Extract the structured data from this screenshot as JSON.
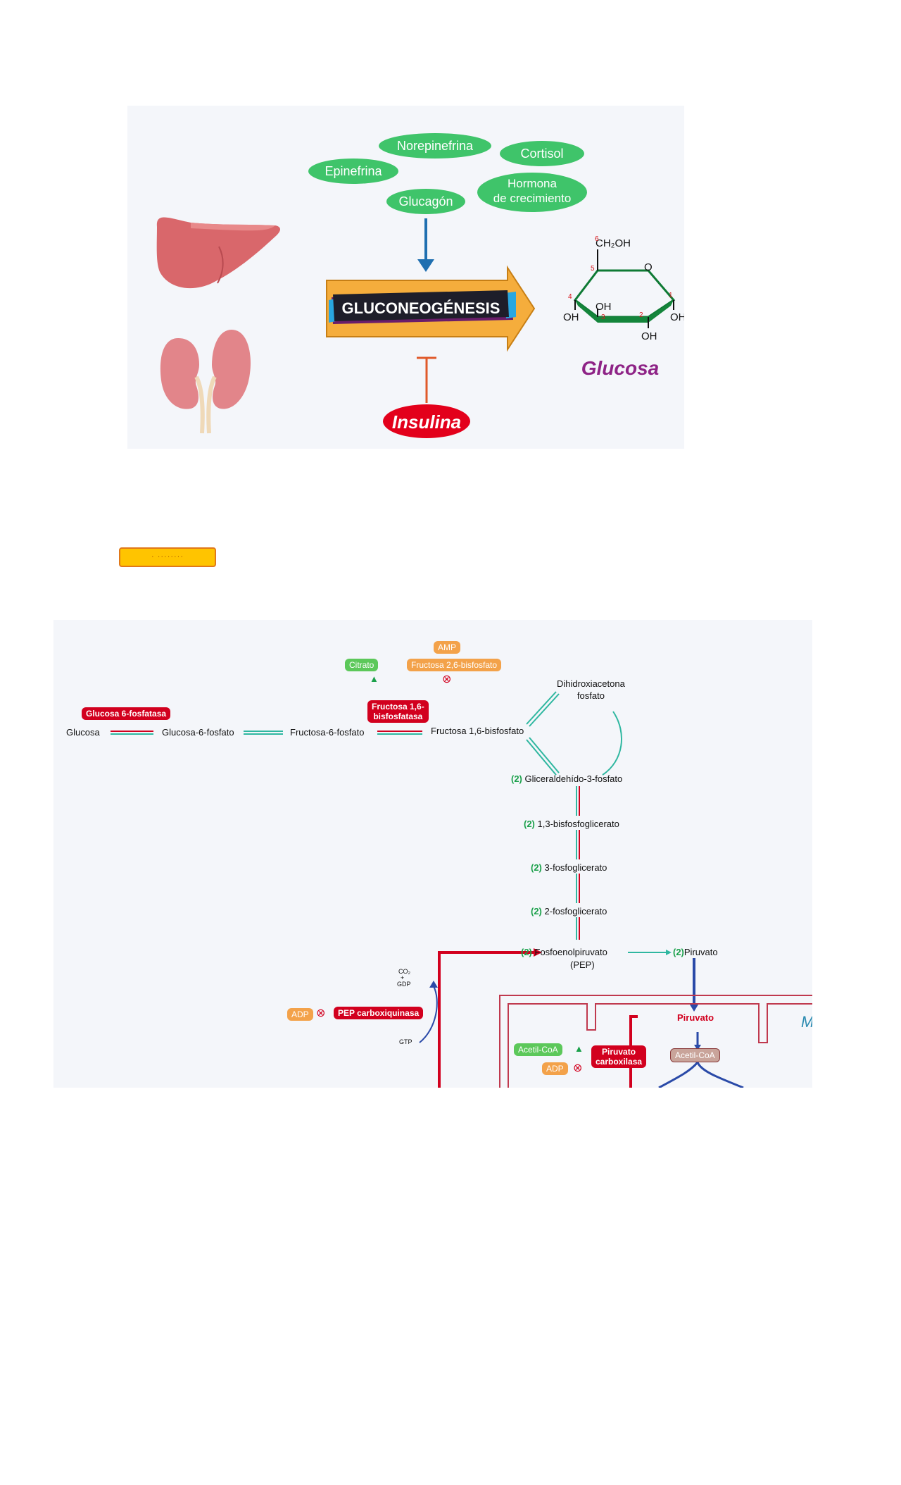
{
  "top": {
    "hormones": [
      "Norepinefrina",
      "Cortisol",
      "Epinefrina",
      "Hormona",
      "de crecimiento",
      "Glucagón"
    ],
    "process": "GLUCONEOGÉNESIS",
    "inhibitor": "Insulina",
    "product": "Glucosa",
    "glucose_structure": {
      "ch2oh": "CH₂OH",
      "ring_o": "O",
      "oh": "OH",
      "carbon_numbers": [
        "6",
        "5",
        "4",
        "3",
        "2",
        "1"
      ]
    }
  },
  "legend": {
    "text": "· ········"
  },
  "pathway": {
    "main_chain": [
      "Glucosa",
      "Glucosa-6-fosfato",
      "Fructosa-6-fosfato",
      "Fructosa 1,6-bisfosfato"
    ],
    "enzymes": {
      "g6p": "Glucosa 6-fosfatasa",
      "fbp_line1": "Fructosa 1,6-",
      "fbp_line2": "bisfosfatasa",
      "pepck": "PEP carboxiquinasa",
      "pc_line1": "Piruvato",
      "pc_line2": "carboxilasa"
    },
    "regulators": {
      "citrato": "Citrato",
      "amp": "AMP",
      "f26bp": "Fructosa 2,6-bisfosfato",
      "adp": "ADP",
      "acetil_coa": "Acetil-CoA"
    },
    "dhap_line1": "Dihidroxiacetona",
    "dhap_line2": "fosfato",
    "vertical_steps": [
      {
        "n": "(2)",
        "name": "Gliceraldehído-3-fosfato"
      },
      {
        "n": "(2)",
        "name": "1,3-bisfosfoglicerato"
      },
      {
        "n": "(2)",
        "name": "3-fosfoglicerato"
      },
      {
        "n": "(2)",
        "name": "2-fosfoglicerato"
      },
      {
        "n": "(2)",
        "name": "Fosfoenolpiruvato"
      }
    ],
    "pep_abbr": "(PEP)",
    "pyruvate_num": "(2)",
    "pyruvate": "Piruvato",
    "mito_pyruvate": "Piruvato",
    "mito_acetyl": "Acetil-CoA",
    "mito_letter": "M",
    "co2": "CO₂",
    "plus": "+",
    "gdp": "GDP",
    "gtp": "GTP",
    "inhibit_symbol": "⊗",
    "activate_symbol": "▲"
  },
  "colors": {
    "red": "#d2001e",
    "green": "#1aa04a",
    "blue": "#2a4aa8",
    "orange": "#f3a24a",
    "teal": "#2fb7a0"
  }
}
